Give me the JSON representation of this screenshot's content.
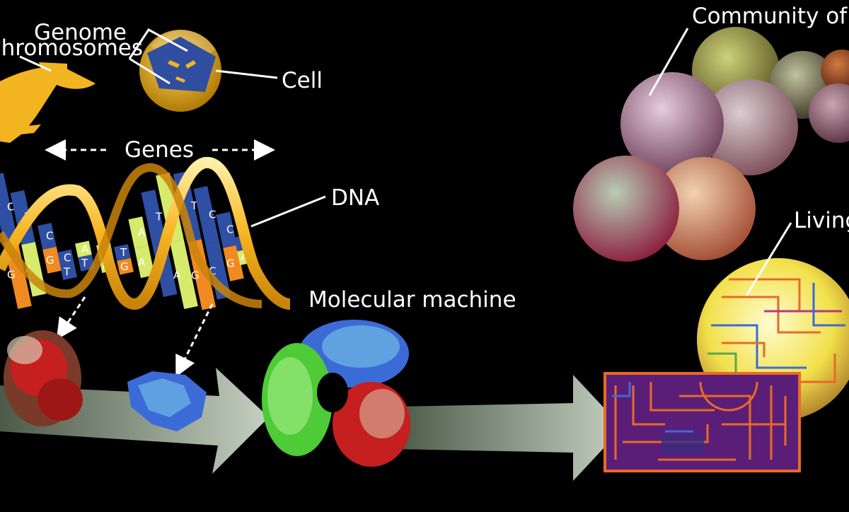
{
  "labels": {
    "chromosomes": "Chromosomes",
    "genome": "Genome",
    "cell": "Cell",
    "genes": "Genes",
    "dna": "DNA",
    "molecular_machine": "Molecular machine",
    "community": "Community of cells",
    "living_thing": "Living thing"
  },
  "dna_bases": [
    "C",
    "G",
    "T",
    "A",
    "C",
    "G",
    "C",
    "T",
    "A",
    "T",
    "A",
    "A",
    "T",
    "G",
    "A",
    "A",
    "T",
    "T",
    "A",
    "A",
    "T",
    "G",
    "C",
    "C"
  ],
  "colors": {
    "background": "#000000",
    "helix_gold": "#f7b521",
    "base_blue": "#2e4fa3",
    "base_green": "#d8ea6b",
    "base_orange": "#f18a21",
    "flow_arrow": "#9aa89a",
    "protein_red": "#c51f1f",
    "protein_blue": "#3b6bd6",
    "protein_green": "#4ecb37",
    "circuit_purple": "#5a1e78",
    "circuit_orange": "#e86a25"
  }
}
